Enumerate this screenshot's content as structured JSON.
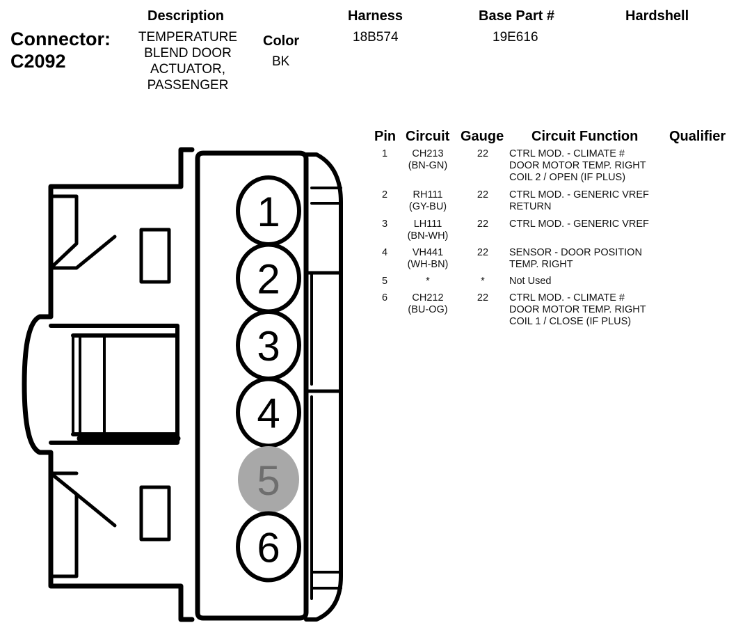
{
  "header": {
    "connector_label": "Connector:",
    "connector_id": "C2092",
    "description_heading": "Description",
    "description_lines": [
      "TEMPERATURE",
      "BLEND DOOR",
      "ACTUATOR,",
      "PASSENGER"
    ],
    "color_heading": "Color",
    "color_value": "BK",
    "harness_heading": "Harness",
    "harness_value": "18B574",
    "base_part_heading": "Base Part #",
    "base_part_value": "19E616",
    "hardshell_heading": "Hardshell"
  },
  "table": {
    "columns": [
      "Pin",
      "Circuit",
      "Gauge",
      "Circuit Function",
      "Qualifier"
    ],
    "rows": [
      {
        "pin": "1",
        "circuit": "CH213",
        "color": "(BN-GN)",
        "gauge": "22",
        "function": [
          "CTRL MOD. - CLIMATE #",
          "DOOR MOTOR TEMP. RIGHT",
          "COIL 2 / OPEN (IF PLUS)"
        ]
      },
      {
        "pin": "2",
        "circuit": "RH111",
        "color": "(GY-BU)",
        "gauge": "22",
        "function": [
          "CTRL MOD. - GENERIC VREF",
          "RETURN"
        ]
      },
      {
        "pin": "3",
        "circuit": "LH111",
        "color": "(BN-WH)",
        "gauge": "22",
        "function": [
          "CTRL MOD. - GENERIC VREF"
        ]
      },
      {
        "pin": "4",
        "circuit": "VH441",
        "color": "(WH-BN)",
        "gauge": "22",
        "function": [
          "SENSOR - DOOR POSITION",
          "TEMP. RIGHT"
        ]
      },
      {
        "pin": "5",
        "circuit": "*",
        "color": "",
        "gauge": "*",
        "function": [
          "Not Used"
        ]
      },
      {
        "pin": "6",
        "circuit": "CH212",
        "color": "(BU-OG)",
        "gauge": "22",
        "function": [
          "CTRL MOD. - CLIMATE #",
          "DOOR MOTOR TEMP. RIGHT",
          "COIL 1 / CLOSE (IF PLUS)"
        ]
      }
    ]
  },
  "diagram": {
    "pins": [
      {
        "label": "1",
        "used": true
      },
      {
        "label": "2",
        "used": true
      },
      {
        "label": "3",
        "used": true
      },
      {
        "label": "4",
        "used": true
      },
      {
        "label": "5",
        "used": false
      },
      {
        "label": "6",
        "used": true
      }
    ],
    "unused_pin_color": "#a8a8a8",
    "unused_pin_text_color": "#6e6e6e"
  }
}
